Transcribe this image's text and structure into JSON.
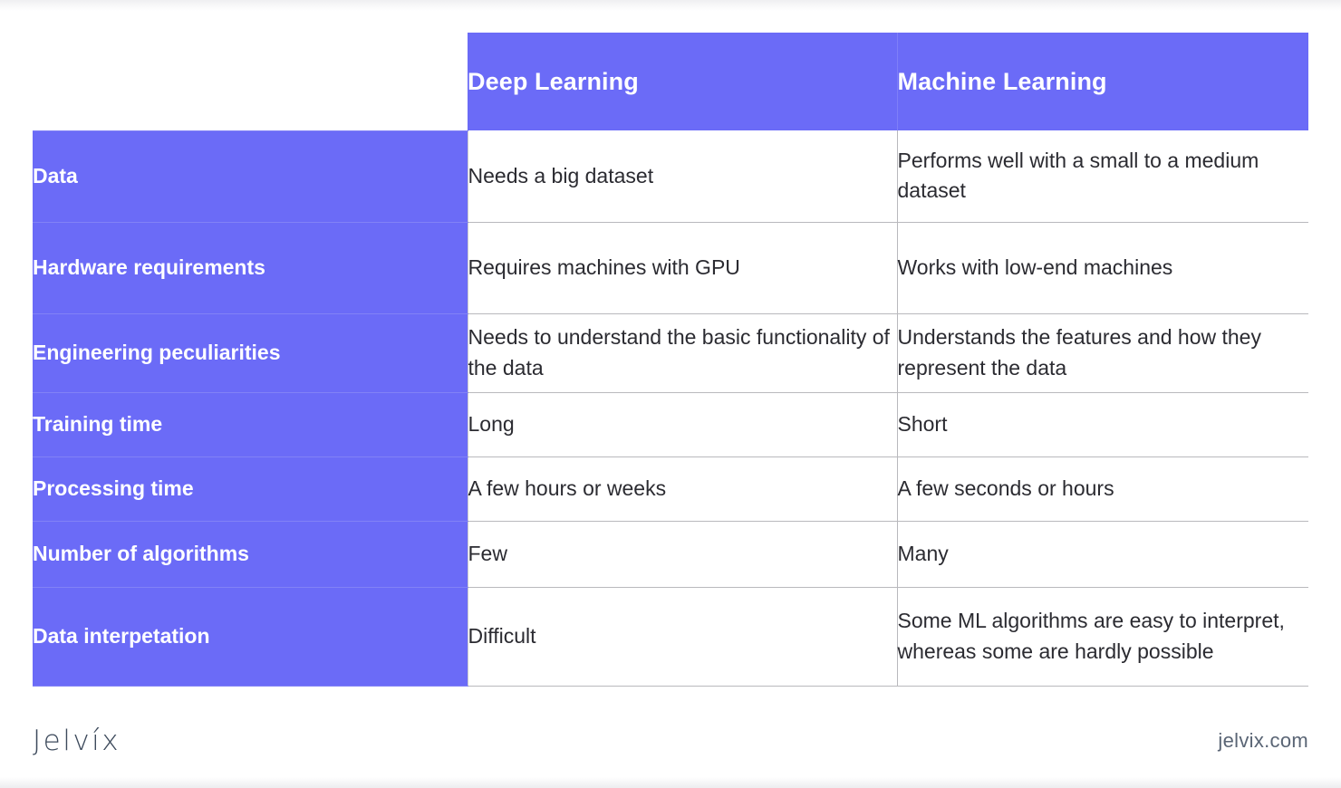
{
  "table": {
    "corner_label": "",
    "columns": [
      {
        "key": "deep_learning",
        "label": "Deep Learning"
      },
      {
        "key": "machine_learning",
        "label": "Machine Learning"
      }
    ],
    "rows": [
      {
        "label": "Data",
        "deep_learning": "Needs a big dataset",
        "machine_learning": "Performs well with a small to a medium dataset"
      },
      {
        "label": "Hardware requirements",
        "deep_learning": "Requires machines with GPU",
        "machine_learning": "Works with low-end machines"
      },
      {
        "label": "Engineering peculiarities",
        "deep_learning": "Needs to understand the basic functionality of the data",
        "machine_learning": "Understands the features and how they represent the data"
      },
      {
        "label": "Training time",
        "deep_learning": "Long",
        "machine_learning": "Short"
      },
      {
        "label": "Processing time",
        "deep_learning": "A few hours or weeks",
        "machine_learning": "A few seconds or hours"
      },
      {
        "label": "Number of algorithms",
        "deep_learning": "Few",
        "machine_learning": "Many"
      },
      {
        "label": "Data interpetation",
        "deep_learning": "Difficult",
        "machine_learning": "Some ML algorithms are easy to interpret, whereas some are hardly possible"
      }
    ]
  },
  "footer": {
    "logo_text": "Jelvíx",
    "url_text": "jelvix.com"
  },
  "colors": {
    "accent_purple": "#6B6BF7",
    "header_text": "#ffffff",
    "body_text": "#2b2b31",
    "grid_line": "#b9b9bd",
    "logo_color": "#3d4a5c",
    "url_color": "#5a6575"
  }
}
